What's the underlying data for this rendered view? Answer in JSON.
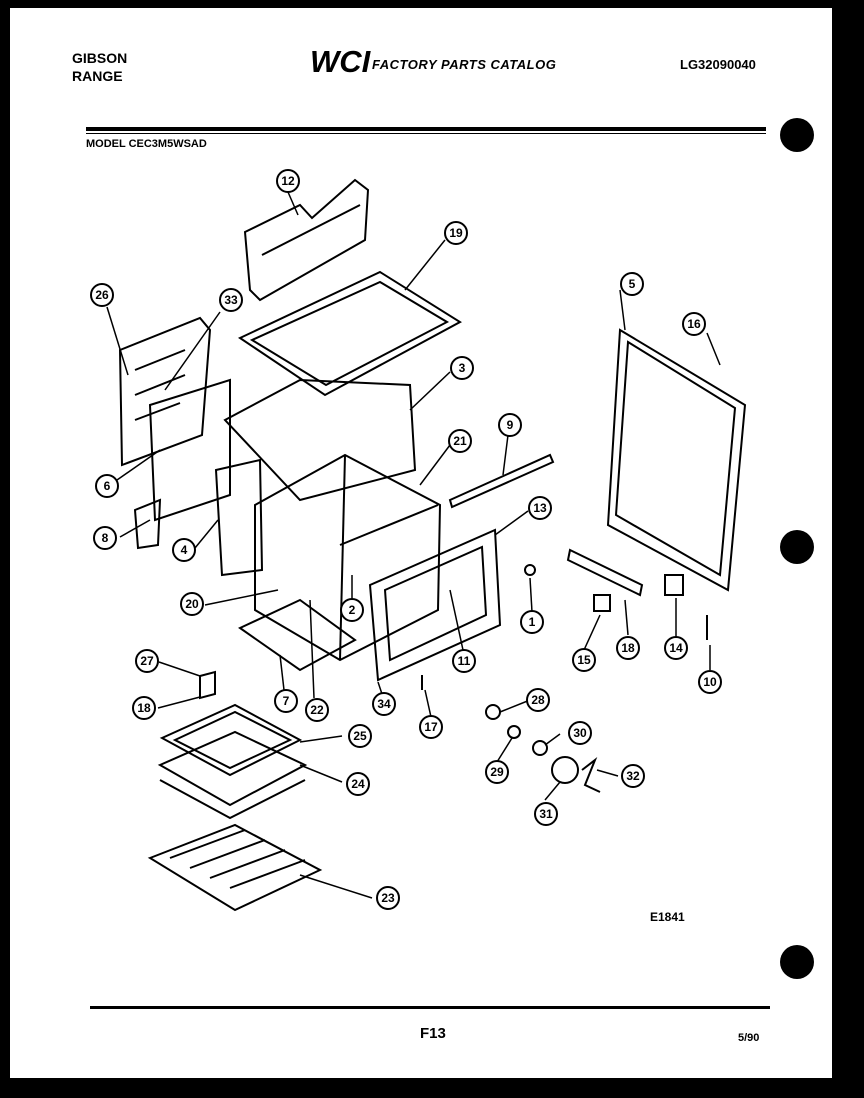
{
  "header": {
    "brand_line1": "GIBSON",
    "brand_line2": "RANGE",
    "logo_text": "WCI",
    "catalog_title": "FACTORY PARTS CATALOG",
    "catalog_number": "LG32090040",
    "model": "MODEL CEC3M5WSAD"
  },
  "footer": {
    "figure_code": "E1841",
    "page": "F13",
    "date_code": "5/90"
  },
  "callouts": [
    "12",
    "19",
    "26",
    "33",
    "3",
    "5",
    "16",
    "6",
    "21",
    "9",
    "8",
    "4",
    "13",
    "20",
    "2",
    "1",
    "15",
    "18",
    "14",
    "10",
    "11",
    "27",
    "7",
    "22",
    "34",
    "17",
    "28",
    "18",
    "25",
    "30",
    "29",
    "24",
    "32",
    "31",
    "23"
  ],
  "colors": {
    "ink": "#000000",
    "paper": "#ffffff"
  }
}
